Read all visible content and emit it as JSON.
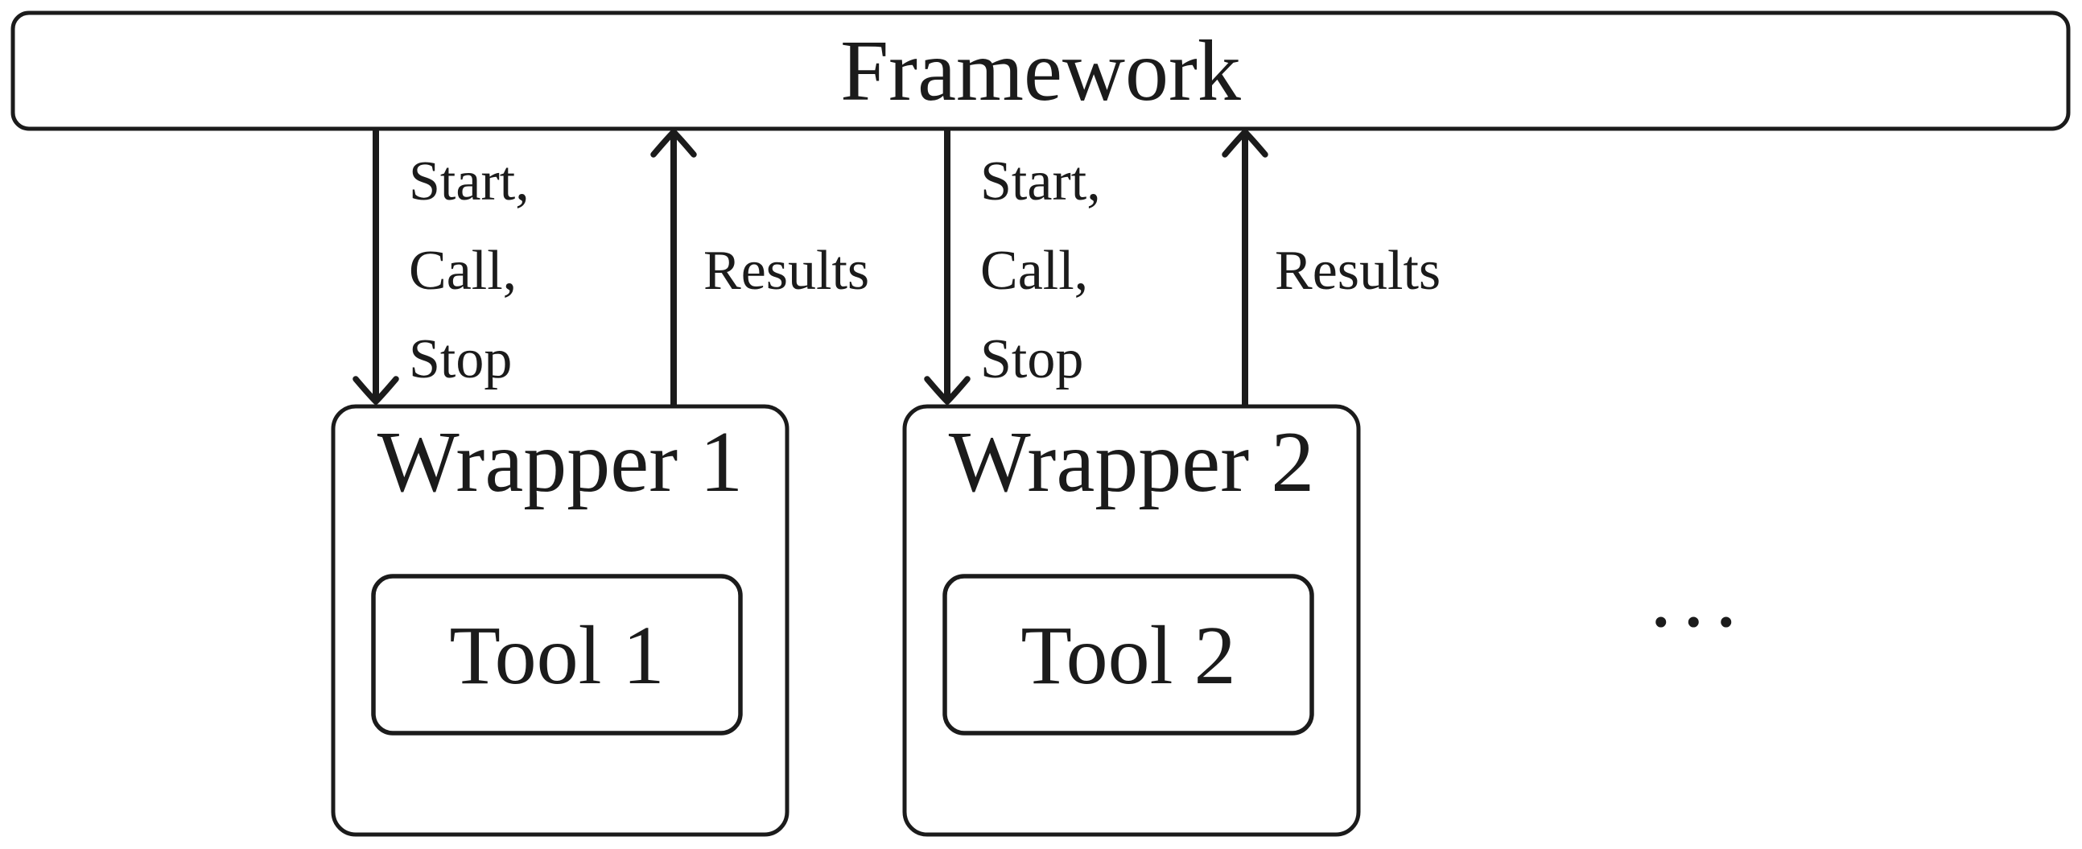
{
  "colors": {
    "ink": "#1b1b1b",
    "background": "#ffffff"
  },
  "framework": {
    "label": "Framework"
  },
  "wrappers": [
    {
      "title": "Wrapper 1",
      "tool": "Tool 1",
      "request_labels": [
        "Start,",
        "Call,",
        "Stop"
      ],
      "response_label": "Results"
    },
    {
      "title": "Wrapper 2",
      "tool": "Tool 2",
      "request_labels": [
        "Start,",
        "Call,",
        "Stop"
      ],
      "response_label": "Results"
    }
  ],
  "ellipsis": "..."
}
